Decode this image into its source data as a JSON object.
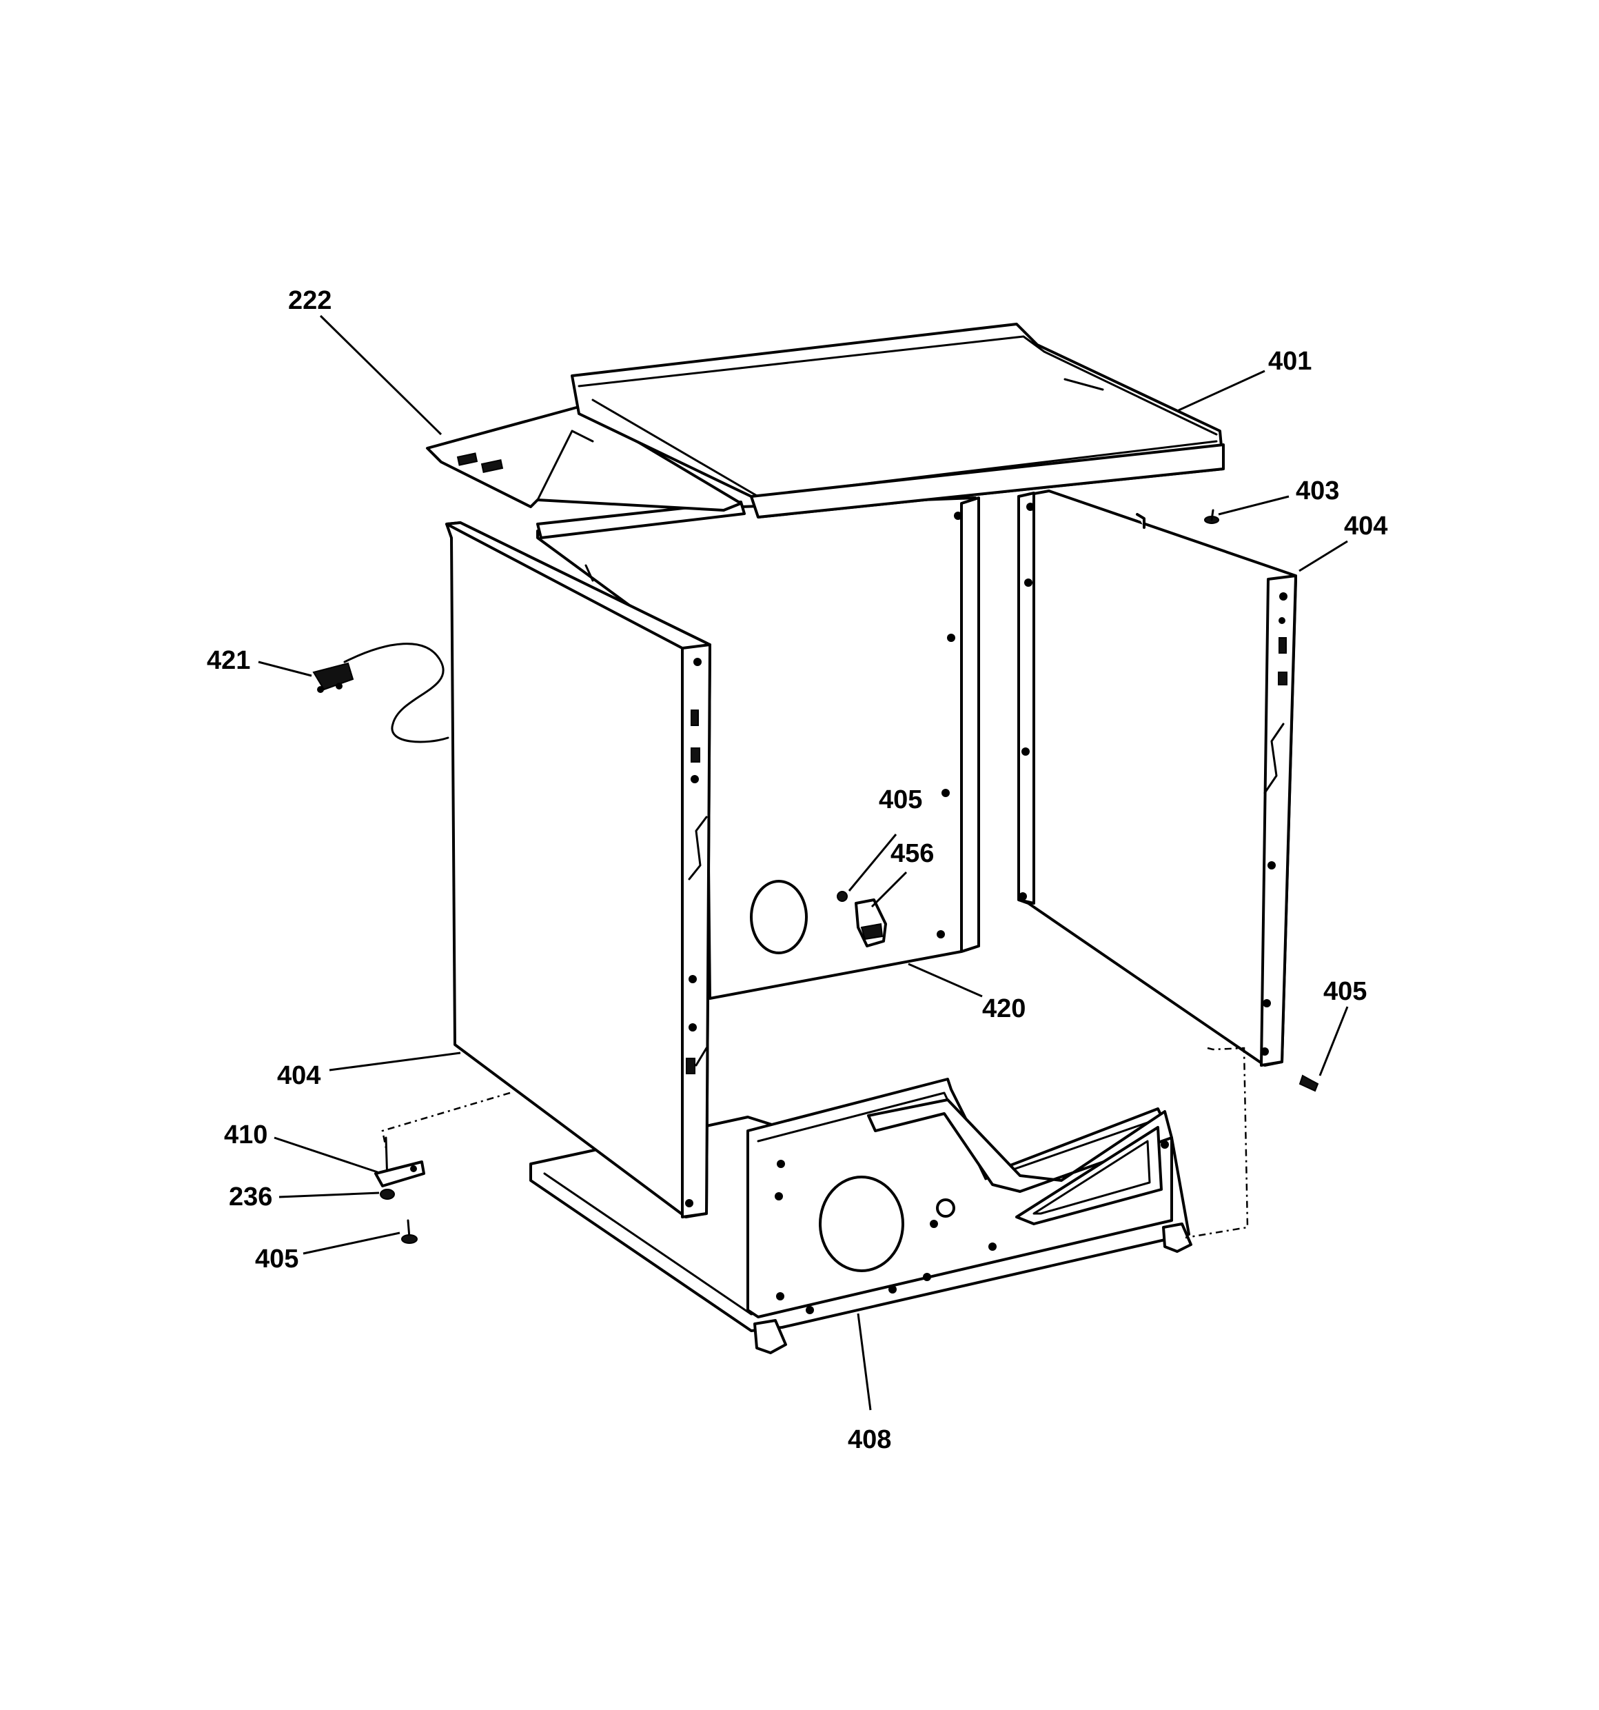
{
  "diagram": {
    "type": "exploded-parts-diagram",
    "callouts": [
      {
        "id": "c-222",
        "label": "222",
        "part": "front-panel-bracket"
      },
      {
        "id": "c-401",
        "label": "401",
        "part": "top-panel"
      },
      {
        "id": "c-403",
        "label": "403",
        "part": "screw-top"
      },
      {
        "id": "c-404-right",
        "label": "404",
        "part": "side-panel-right"
      },
      {
        "id": "c-421",
        "label": "421",
        "part": "power-cord"
      },
      {
        "id": "c-405-center",
        "label": "405",
        "part": "screw-rear"
      },
      {
        "id": "c-456",
        "label": "456",
        "part": "cord-clamp"
      },
      {
        "id": "c-405-right",
        "label": "405",
        "part": "screw-side"
      },
      {
        "id": "c-420",
        "label": "420",
        "part": "rear-panel"
      },
      {
        "id": "c-404-left",
        "label": "404",
        "part": "side-panel-left"
      },
      {
        "id": "c-410",
        "label": "410",
        "part": "leveling-leg"
      },
      {
        "id": "c-236",
        "label": "236",
        "part": "foot-pad"
      },
      {
        "id": "c-405-left",
        "label": "405",
        "part": "screw-leg"
      },
      {
        "id": "c-408",
        "label": "408",
        "part": "base-assembly"
      }
    ]
  }
}
